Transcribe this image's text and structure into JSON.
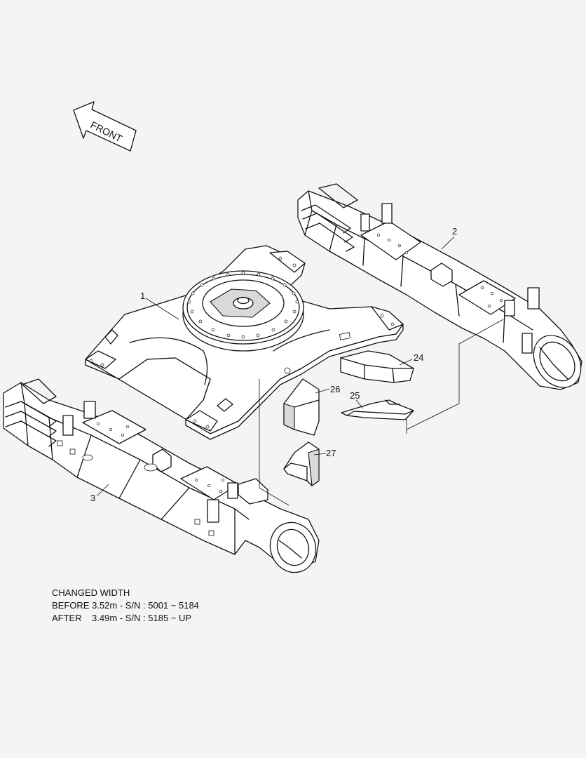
{
  "front_arrow": {
    "label": "FRONT"
  },
  "callouts": [
    {
      "id": "c1",
      "label": "1"
    },
    {
      "id": "c2",
      "label": "2"
    },
    {
      "id": "c3",
      "label": "3"
    },
    {
      "id": "c24",
      "label": "24"
    },
    {
      "id": "c25",
      "label": "25"
    },
    {
      "id": "c26",
      "label": "26"
    },
    {
      "id": "c27",
      "label": "27"
    }
  ],
  "notes": {
    "title": "CHANGED WIDTH",
    "line1": "BEFORE 3.52m - S/N : 5001 ~ 5184",
    "line2": "AFTER    3.49m - S/N : 5185 ~ UP"
  }
}
